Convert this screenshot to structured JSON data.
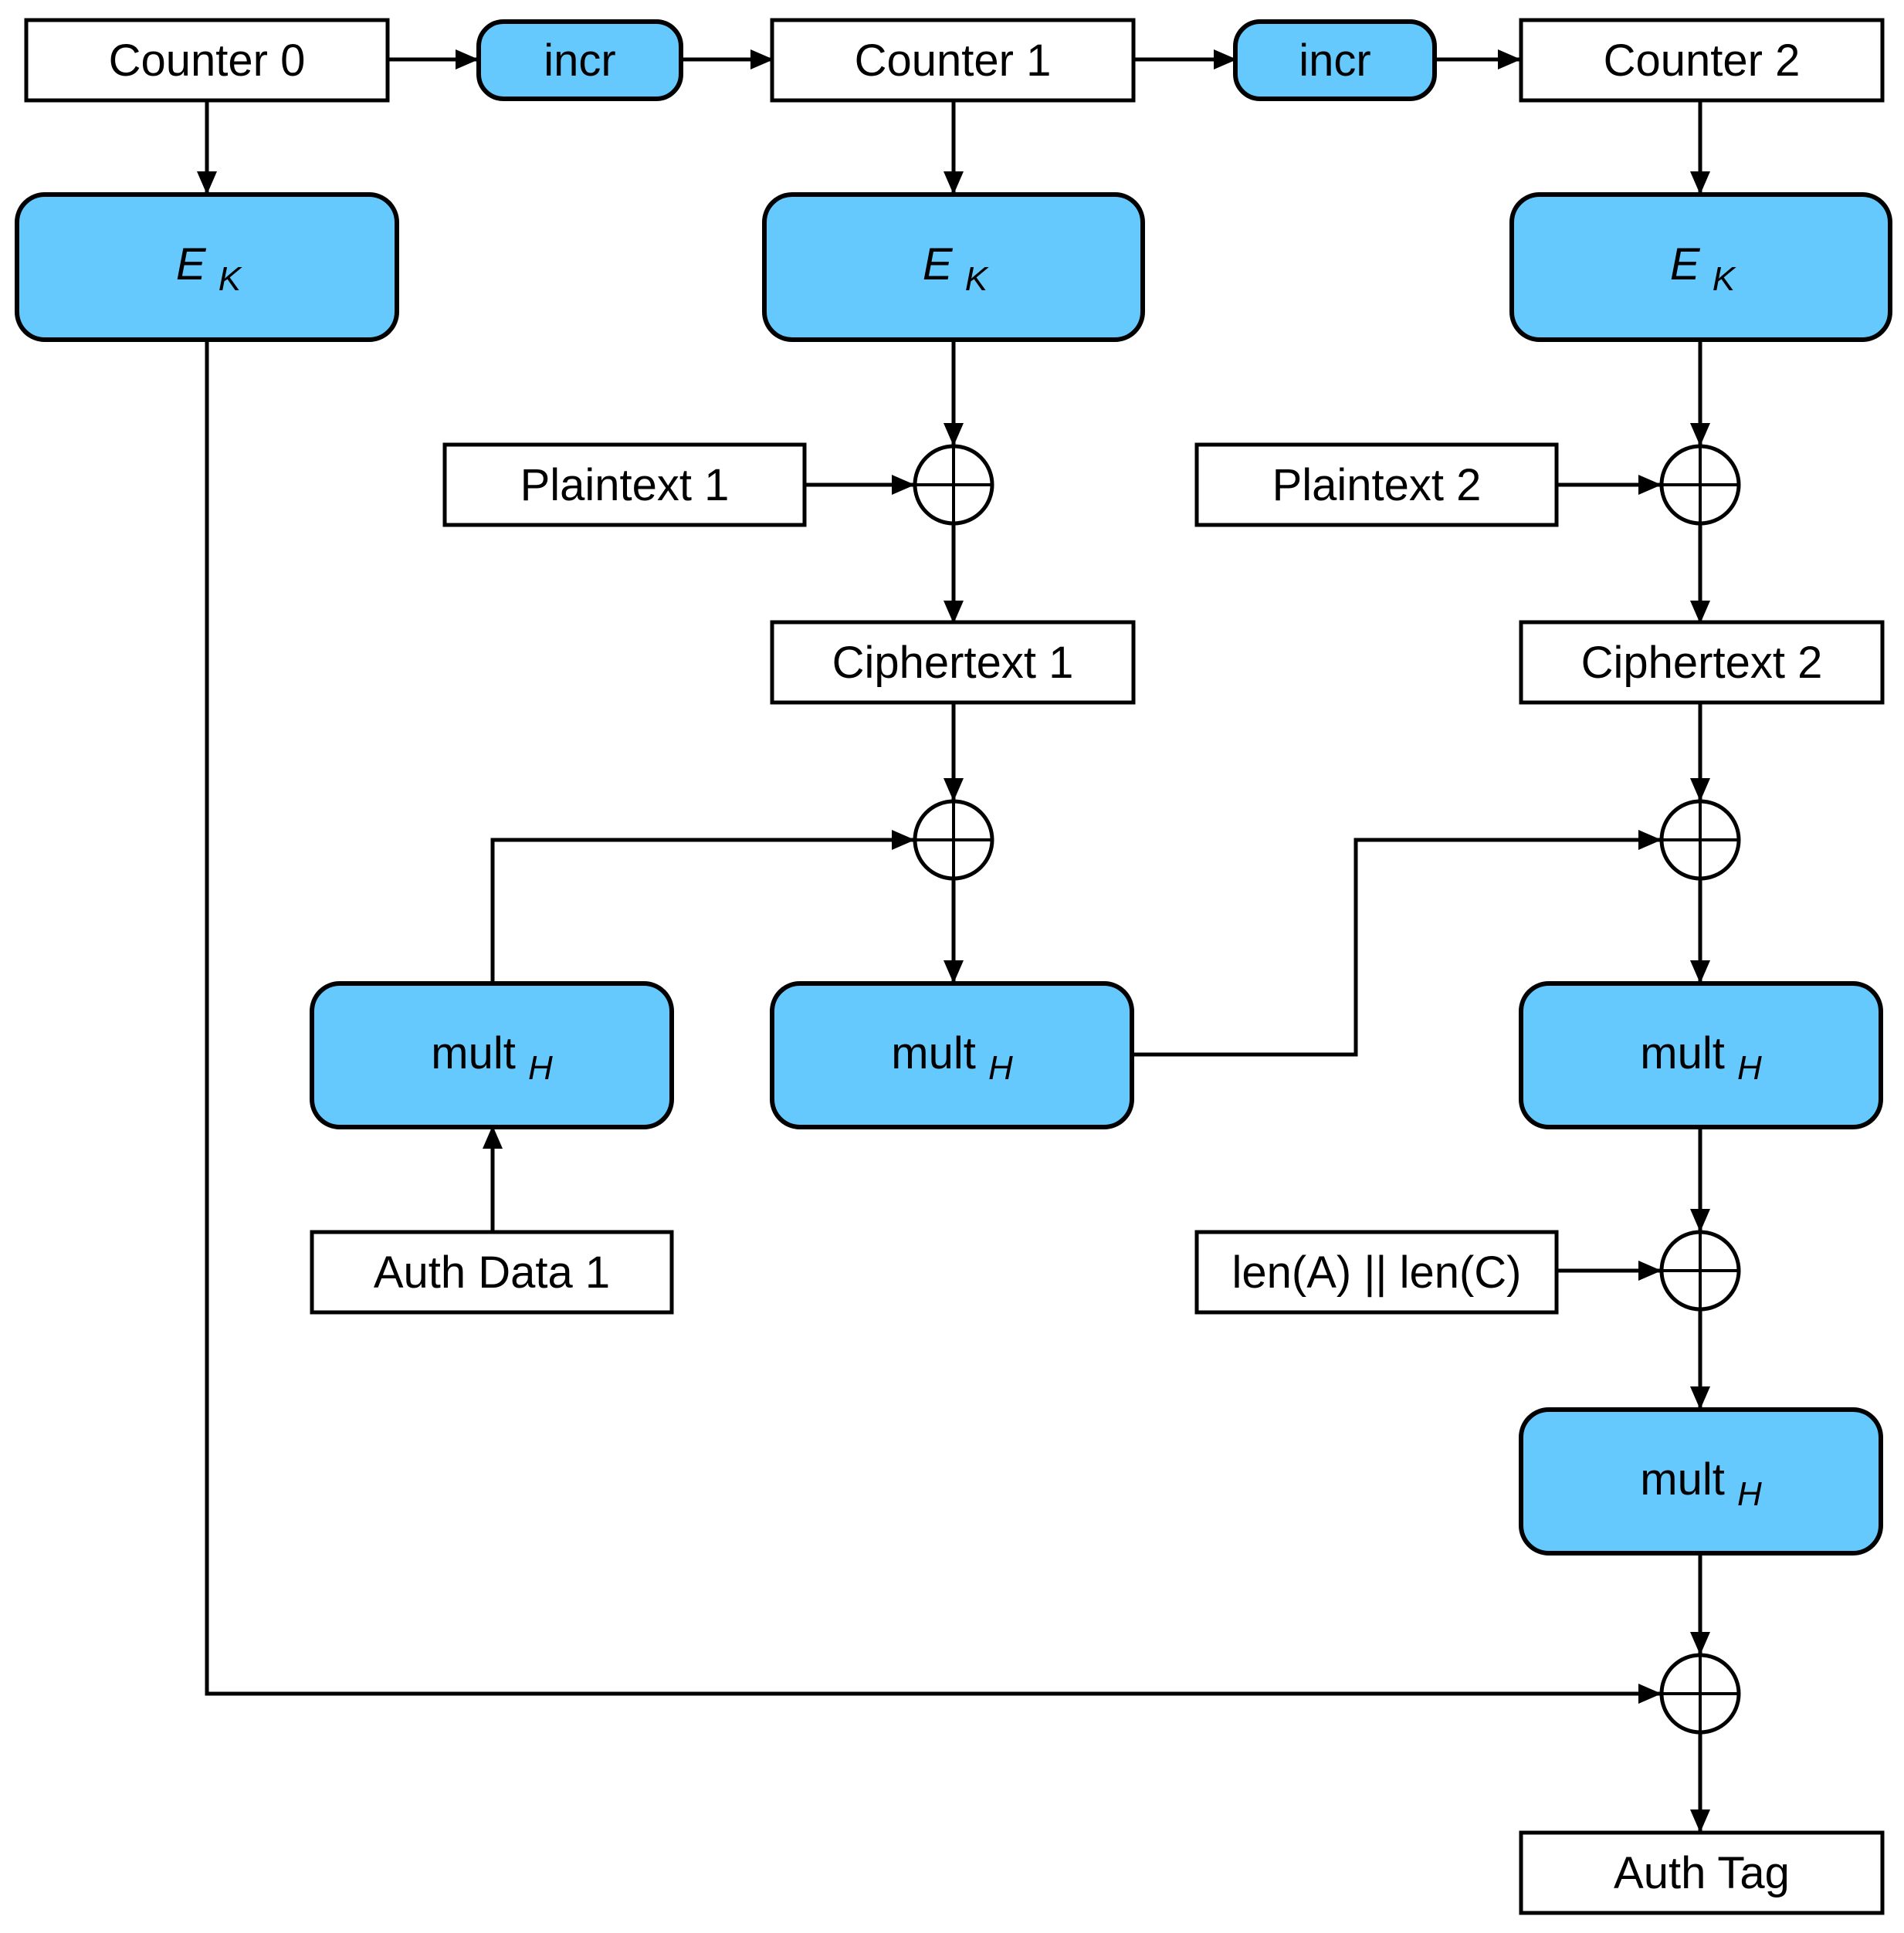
{
  "diagram": {
    "nodes": {
      "counter0": {
        "label": "Counter 0"
      },
      "incr1": {
        "label": "incr"
      },
      "counter1": {
        "label": "Counter 1"
      },
      "incr2": {
        "label": "incr"
      },
      "counter2": {
        "label": "Counter 2"
      },
      "ek0": {
        "main": "E",
        "sub": "K"
      },
      "ek1": {
        "main": "E",
        "sub": "K"
      },
      "ek2": {
        "main": "E",
        "sub": "K"
      },
      "plaintext1": {
        "label": "Plaintext 1"
      },
      "plaintext2": {
        "label": "Plaintext 2"
      },
      "ciphertext1": {
        "label": "Ciphertext 1"
      },
      "ciphertext2": {
        "label": "Ciphertext 2"
      },
      "mult_auth": {
        "main": "mult",
        "sub": "H"
      },
      "mult1": {
        "main": "mult",
        "sub": "H"
      },
      "mult2": {
        "main": "mult",
        "sub": "H"
      },
      "mult3": {
        "main": "mult",
        "sub": "H"
      },
      "authdata1": {
        "label": "Auth Data 1"
      },
      "lenac": {
        "label": "len(A) || len(C)"
      },
      "authtag": {
        "label": "Auth Tag"
      }
    },
    "colors": {
      "block_fill": "#66c9fd",
      "stroke": "#000000",
      "background": "#ffffff"
    }
  }
}
